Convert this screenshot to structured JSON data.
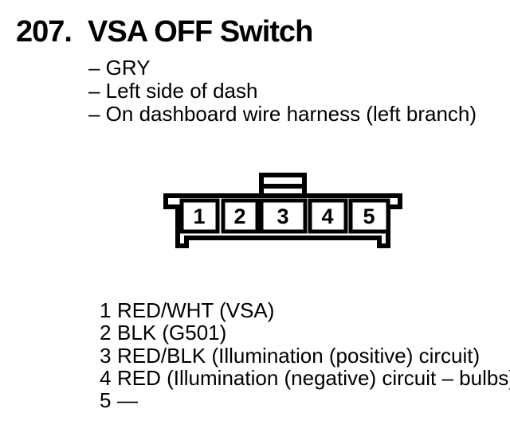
{
  "header": {
    "item_number": "207.",
    "title": "VSA OFF Switch"
  },
  "details": {
    "items": [
      "– GRY",
      "– Left side of dash",
      "– On dashboard wire harness (left branch)"
    ]
  },
  "connector": {
    "type": "5-pin connector front view",
    "pins": [
      "1",
      "2",
      "3",
      "4",
      "5"
    ]
  },
  "pin_list": {
    "rows": [
      {
        "pin": "1",
        "label": "RED/WHT (VSA)"
      },
      {
        "pin": "2",
        "label": "BLK (G501)"
      },
      {
        "pin": "3",
        "label": "RED/BLK (Illumination (positive) circuit)"
      },
      {
        "pin": "4",
        "label": "RED (Illumination (negative) circuit – bulbs)"
      },
      {
        "pin": "5",
        "label": "—"
      }
    ]
  },
  "colors": {
    "ink": "#000000",
    "paper": "#ffffff"
  }
}
